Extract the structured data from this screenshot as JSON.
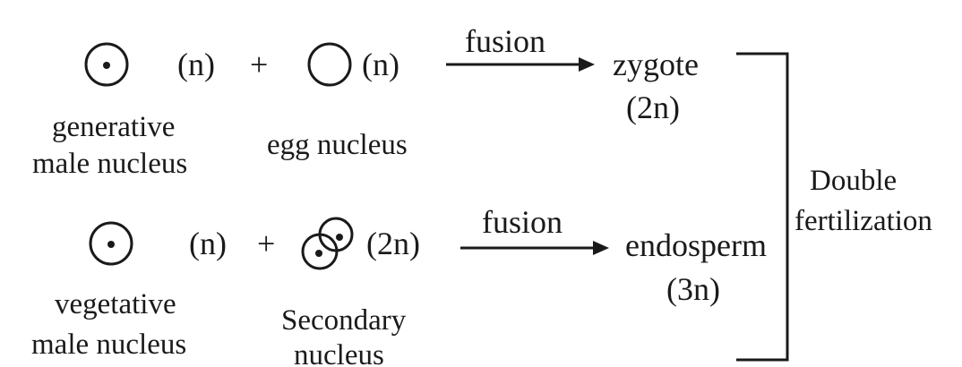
{
  "top_row": {
    "male_ploidy": "(n)",
    "plus": "+",
    "egg_ploidy": "(n)",
    "arrow_label": "fusion",
    "product": "zygote",
    "product_ploidy": "(2n)",
    "male_label_line1": "generative",
    "male_label_line2": "male nucleus",
    "egg_label": "egg nucleus"
  },
  "bottom_row": {
    "male_ploidy": "(n)",
    "plus": "+",
    "secondary_ploidy": "(2n)",
    "arrow_label": "fusion",
    "product": "endosperm",
    "product_ploidy": "(3n)",
    "male_label_line1": "vegetative",
    "male_label_line2": "male nucleus",
    "secondary_label_line1": "Secondary",
    "secondary_label_line2": "nucleus"
  },
  "bracket_label_line1": "Double",
  "bracket_label_line2": "fertilization"
}
